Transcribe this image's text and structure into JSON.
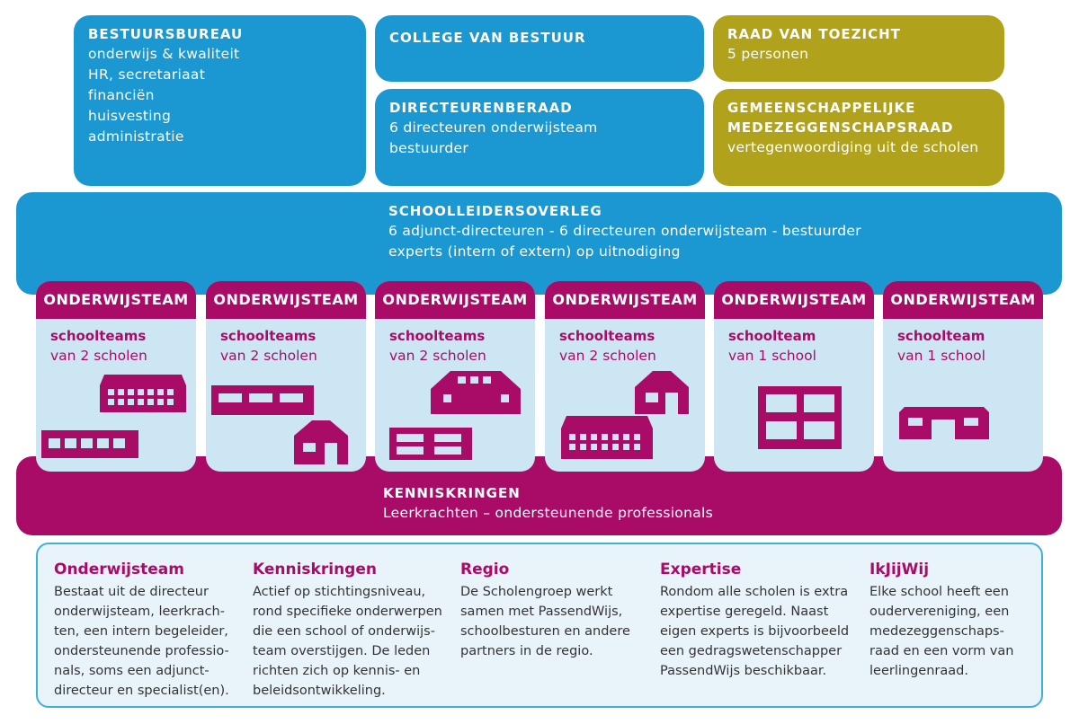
{
  "colors": {
    "blue": "#1b97d1",
    "olive": "#b0a21a",
    "magenta": "#a90c67",
    "light_blue": "#cde6f3"
  },
  "bestuursbureau": {
    "title": "BESTUURSBUREAU",
    "lines": [
      "onderwijs & kwaliteit",
      "HR, secretariaat",
      "financiën",
      "huisvesting",
      "administratie"
    ]
  },
  "college": {
    "title": "COLLEGE VAN BESTUUR"
  },
  "directeurenberaad": {
    "title": "DIRECTEURENBERAAD",
    "lines": [
      "6 directeuren onderwijsteam",
      "bestuurder"
    ]
  },
  "raad": {
    "title": "RAAD VAN TOEZICHT",
    "lines": [
      "5 personen"
    ]
  },
  "gmr": {
    "title_lines": [
      "GEMEENSCHAPPELIJKE",
      "MEDEZEGGENSCHAPSRAAD"
    ],
    "lines": [
      "vertegenwoordiging uit de scholen"
    ]
  },
  "schoolleidersoverleg": {
    "title": "SCHOOLLEIDERSOVERLEG",
    "lines": [
      "6 adjunct-directeuren - 6 directeuren onderwijsteam - bestuurder",
      "experts (intern of extern) op uitnodiging"
    ]
  },
  "teams": [
    {
      "header": "ONDERWIJSTEAM",
      "sub": "schoolteams",
      "text": "van 2 scholen",
      "icon": "two-school-buildings-icon"
    },
    {
      "header": "ONDERWIJSTEAM",
      "sub": "schoolteams",
      "text": "van 2 scholen",
      "icon": "two-school-buildings-icon"
    },
    {
      "header": "ONDERWIJSTEAM",
      "sub": "schoolteams",
      "text": "van 2 scholen",
      "icon": "two-school-buildings-icon"
    },
    {
      "header": "ONDERWIJSTEAM",
      "sub": "schoolteams",
      "text": "van 2 scholen",
      "icon": "two-school-buildings-icon"
    },
    {
      "header": "ONDERWIJSTEAM",
      "sub": "schoolteam",
      "text": "van 1 school",
      "icon": "school-building-icon"
    },
    {
      "header": "ONDERWIJSTEAM",
      "sub": "schoolteam",
      "text": "van 1 school",
      "icon": "school-building-icon"
    }
  ],
  "kenniskringen": {
    "title": "KENNISKRINGEN",
    "lines": [
      "Leerkrachten – ondersteunende professionals"
    ]
  },
  "info": [
    {
      "title": "Onderwijsteam",
      "body": "Bestaat uit de directeur\nonderwijsteam, leerkrach-\nten, een intern begeleider,\nondersteunende professio-\nnals, soms een adjunct-\ndirecteur en specialist(en)."
    },
    {
      "title": "Kenniskringen",
      "body": "Actief op stichtingsniveau,\nrond specifieke onderwerpen\ndie een school of onderwijs-\nteam overstijgen. De leden\nrichten zich op kennis- en\nbeleidsontwikkeling."
    },
    {
      "title": "Regio",
      "body": "De Scholengroep werkt\nsamen met PassendWijs,\nschoolbesturen en andere\npartners in de regio."
    },
    {
      "title": "Expertise",
      "body": "Rondom alle scholen is extra\nexpertise geregeld. Naast\neigen experts is bijvoorbeeld\neen gedragswetenschapper\nPassendWijs beschikbaar."
    },
    {
      "title": "IkJijWij",
      "body": "Elke school heeft een\noudervereniging, een\nmedezeggenschaps-\nraad en een vorm van\nleerlingenraad."
    }
  ]
}
